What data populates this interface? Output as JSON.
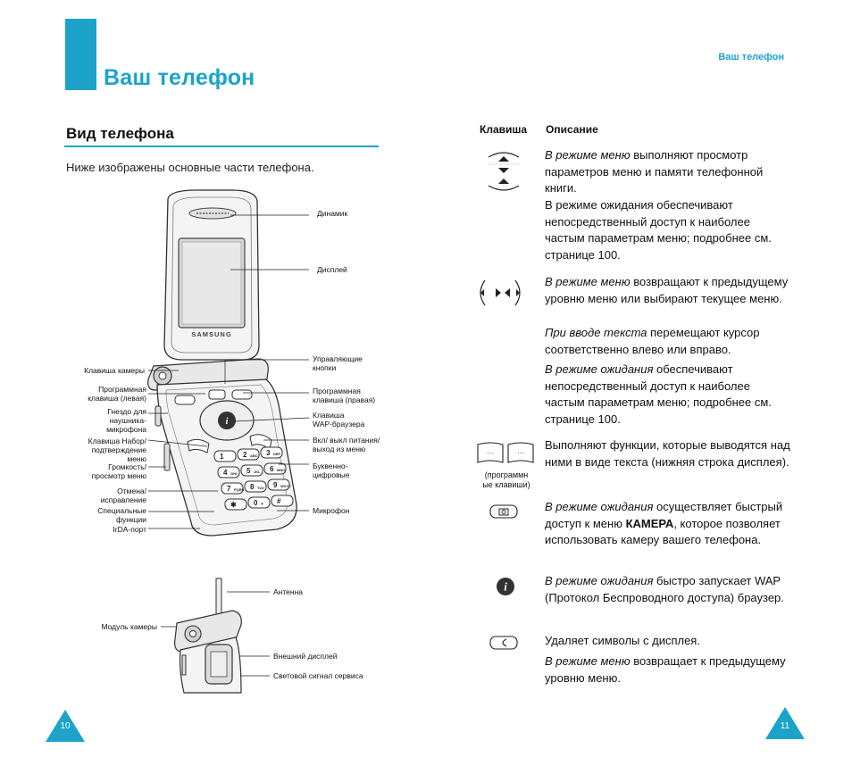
{
  "header": {
    "title": "Ваш телефон",
    "running_head": "Ваш телефон"
  },
  "left": {
    "section_title": "Вид телефона",
    "intro": "Ниже изображены основные части телефона.",
    "callouts_right": {
      "speaker": "Динамик",
      "display": "Дисплей",
      "nav_keys": [
        "Управляющие",
        "кнопки"
      ],
      "soft_right": [
        "Программная",
        "клавиша (правая)"
      ],
      "wap_key": [
        "Клавиша",
        "WAP-браузера"
      ],
      "power_end": [
        "Вкл/ выкл питания/",
        "выход из меню"
      ],
      "alnum": [
        "Буквенно-",
        "цифровые"
      ],
      "mic": "Микрофон"
    },
    "callouts_left": {
      "camera_key": "Клавиша камеры",
      "soft_left": [
        "Программная",
        "клавиша (левая)"
      ],
      "headset": [
        "Гнездо для",
        "наушника-",
        "микрофона"
      ],
      "dial": [
        "Клавиша Набор/",
        "подтверждение",
        "меню"
      ],
      "volume": [
        "Громкость/",
        "просмотр меню"
      ],
      "cancel": [
        "Отмена/",
        "исправление"
      ],
      "special": [
        "Специальные",
        "функции"
      ],
      "irda": "IrDA-порт"
    },
    "closed_callouts": {
      "antenna": "Антенна",
      "camera_module": "Модуль камеры",
      "ext_display": "Внешний дисплей",
      "service_light": "Световой сигнал сервиса"
    },
    "phone_brand": "SAMSUNG",
    "keypad": [
      {
        "n": "1",
        "s": ""
      },
      {
        "n": "2",
        "s": "ABC"
      },
      {
        "n": "3",
        "s": "DEF"
      },
      {
        "n": "4",
        "s": "GHI"
      },
      {
        "n": "5",
        "s": "JKL"
      },
      {
        "n": "6",
        "s": "MNO"
      },
      {
        "n": "7",
        "s": "PQRS"
      },
      {
        "n": "8",
        "s": "TUV"
      },
      {
        "n": "9",
        "s": "WXYZ"
      },
      {
        "n": "✱",
        "s": ""
      },
      {
        "n": "0",
        "s": "+"
      },
      {
        "n": "#",
        "s": ""
      }
    ],
    "page_number": "10"
  },
  "right": {
    "col_key": "Клавиша",
    "col_desc": "Описание",
    "soft_caption": [
      "(программн",
      "ые клавиши)"
    ],
    "camera_word": "КАМЕРА",
    "page_number": "11",
    "rows": {
      "p1": {
        "em": "В режиме меню",
        "rest": " выполняют просмотр параметров меню и памяти телефонной книги."
      },
      "p2": {
        "text": "В режиме ожидания обеспечивают непосредственный доступ к наиболее частым параметрам меню; подробнее см. странице 100."
      },
      "p3": {
        "em": "В режиме меню",
        "rest": " возвращают к предыдущему уровню меню или выбирают текущее меню."
      },
      "p4": {
        "em": "При вводе текста",
        "rest": " перемещают курсор соответственно влево или вправо."
      },
      "p5": {
        "em": "В режиме ожидания",
        "rest": " обеспечивают непосредственный доступ к наиболее частым параметрам меню; подробнее см. странице 100."
      },
      "p6": {
        "text": "Выполняют функции, которые выводятся над ними в виде текста (нижняя строка дисплея)."
      },
      "p7": {
        "em": "В режиме ожидания",
        "rest1": " осуществляет быстрый доступ к меню ",
        "rest2": ", которое позволяет использовать камеру вашего телефона."
      },
      "p8": {
        "em": "В режиме ожидания",
        "rest": " быстро запускает WAP (Протокол Беспроводного доступа) браузер."
      },
      "p9": {
        "text": "Удаляет символы с дисплея."
      },
      "p10": {
        "em": "В режиме меню",
        "rest": " возвращает к предыдущему уровню меню."
      }
    }
  },
  "colors": {
    "accent": "#1da3c9",
    "text": "#111111"
  }
}
